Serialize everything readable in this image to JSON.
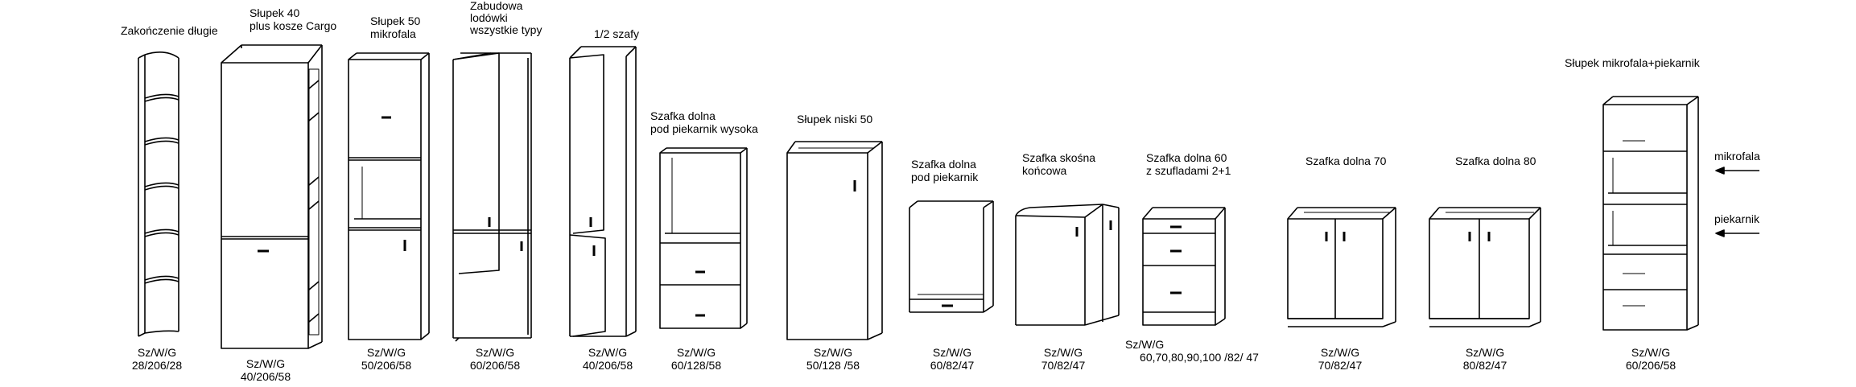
{
  "colors": {
    "line": "#000000",
    "background": "#ffffff"
  },
  "cabinets": [
    {
      "id": "zakonczenie",
      "title": [
        "Zakończenie długie"
      ],
      "dim_label": "Sz/W/G",
      "dims": "28/206/28"
    },
    {
      "id": "slupek40",
      "title": [
        "Słupek 40",
        "plus kosze Cargo"
      ],
      "dim_label": "Sz/W/G",
      "dims": "40/206/58"
    },
    {
      "id": "slupek50",
      "title": [
        "Słupek 50",
        "mikrofala"
      ],
      "dim_label": "Sz/W/G",
      "dims": "50/206/58"
    },
    {
      "id": "zabudowa",
      "title": [
        "Zabudowa",
        "lodówki",
        "wszystkie typy"
      ],
      "dim_label": "Sz/W/G",
      "dims": "60/206/58"
    },
    {
      "id": "polszafy",
      "title": [
        "1/2 szafy"
      ],
      "dim_label": "Sz/W/G",
      "dims": "40/206/58"
    },
    {
      "id": "dolna_pod_piekarnik_wysoka",
      "title": [
        "Szafka dolna",
        "pod piekarnik wysoka"
      ],
      "dim_label": "Sz/W/G",
      "dims": "60/128/58"
    },
    {
      "id": "slupek_niski",
      "title": [
        "Słupek niski 50"
      ],
      "dim_label": "Sz/W/G",
      "dims": "50/128 /58"
    },
    {
      "id": "dolna_pod_piekarnik",
      "title": [
        "Szafka dolna",
        "pod piekarnik"
      ],
      "dim_label": "Sz/W/G",
      "dims": "60/82/47"
    },
    {
      "id": "skosna",
      "title": [
        "Szafka skośna",
        "końcowa"
      ],
      "dim_label": "Sz/W/G",
      "dims": "70/82/47"
    },
    {
      "id": "szuflady",
      "title": [
        "Szafka dolna 60",
        "z szufladami 2+1"
      ],
      "dim_label": "Sz/W/G",
      "dims": "60,70,80,90,100 /82/ 47"
    },
    {
      "id": "dolna70",
      "title": [
        "Szafka dolna 70"
      ],
      "dim_label": "Sz/W/G",
      "dims": "70/82/47"
    },
    {
      "id": "dolna80",
      "title": [
        "Szafka dolna 80"
      ],
      "dim_label": "Sz/W/G",
      "dims": "80/82/47"
    },
    {
      "id": "slupek_mikro_piekarnik",
      "title": [
        "Słupek mikrofala+piekarnik"
      ],
      "dim_label": "Sz/W/G",
      "dims": "60/206/58"
    }
  ],
  "annotations": {
    "mikrofala": "mikrofala",
    "piekarnik": "piekarnik"
  }
}
